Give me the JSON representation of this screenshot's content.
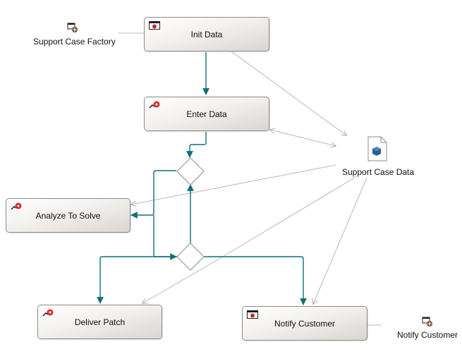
{
  "diagram": {
    "tasks": {
      "init_data": "Init Data",
      "enter_data": "Enter Data",
      "analyze_to_solve": "Analyze To Solve",
      "deliver_patch": "Deliver Patch",
      "notify_customer": "Notify Customer"
    },
    "data_object": "Support Case Data",
    "annotations": {
      "support_case_factory": "Support Case Factory",
      "notify_customer": "Notify Customer"
    },
    "icons": {
      "automated_task": "script-task-icon",
      "human_task": "user-task-icon",
      "data_object": "data-object-icon",
      "annotation": "service-icon"
    },
    "colors": {
      "sequence_flow": "#0f6f7a",
      "data_association": "#b8b8b8",
      "task_border": "#8f8a87"
    }
  }
}
